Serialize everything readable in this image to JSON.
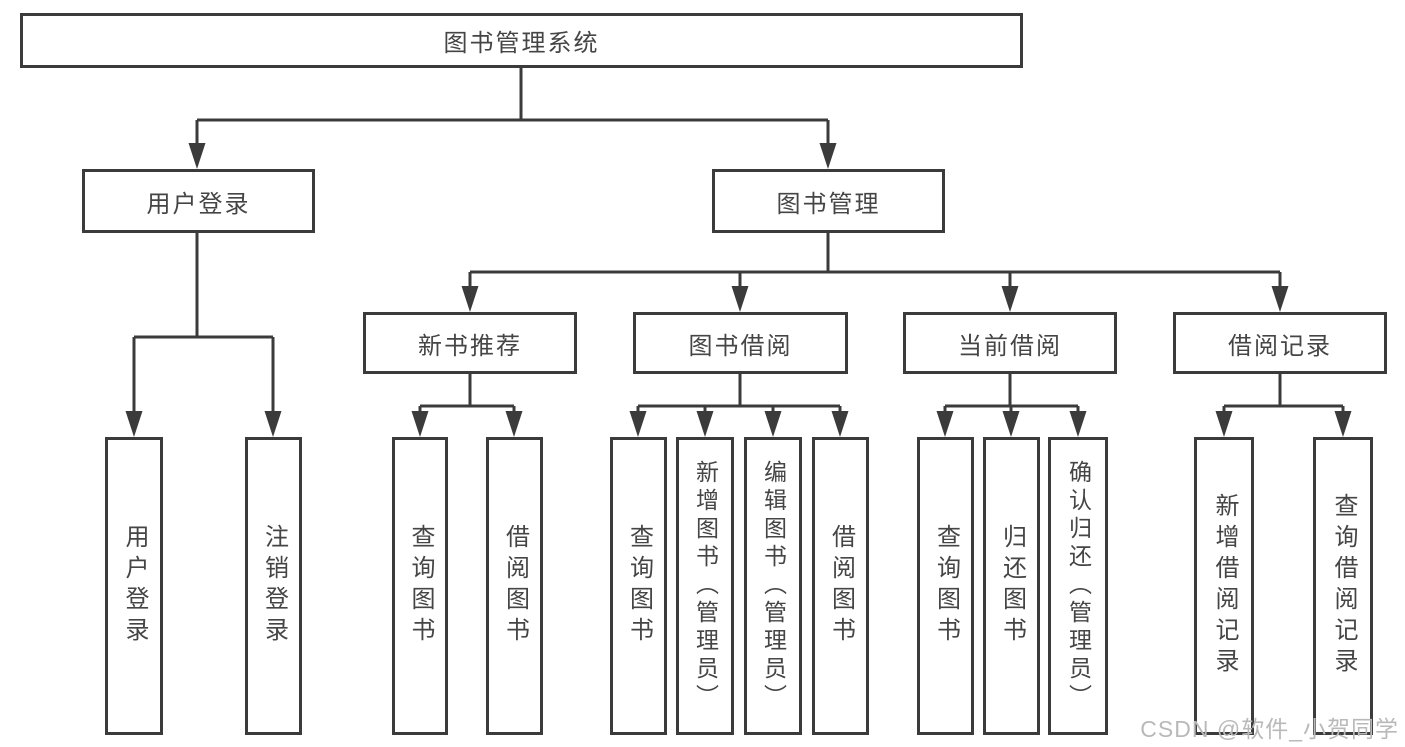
{
  "diagram": {
    "root": {
      "label": "图书管理系统",
      "children": [
        {
          "label": "用户登录",
          "children": [
            "用户登录",
            "注销登录"
          ]
        },
        {
          "label": "图书管理",
          "children": [
            {
              "label": "新书推荐",
              "children": [
                "查询图书",
                "借阅图书"
              ]
            },
            {
              "label": "图书借阅",
              "children": [
                "查询图书",
                "新增图书（管理员）",
                "编辑图书（管理员）",
                "借阅图书"
              ]
            },
            {
              "label": "当前借阅",
              "children": [
                "查询图书",
                "归还图书",
                "确认归还（管理员）"
              ]
            },
            {
              "label": "借阅记录",
              "children": [
                "新增借阅记录",
                "查询借阅记录"
              ]
            }
          ]
        }
      ]
    },
    "colors": {
      "line": "#3b3b3b",
      "box_border": "#3b3b3b",
      "text": "#454545",
      "watermark": "#b9b9b9"
    }
  },
  "watermark": {
    "text": "CSDN @软件_小贺同学"
  }
}
